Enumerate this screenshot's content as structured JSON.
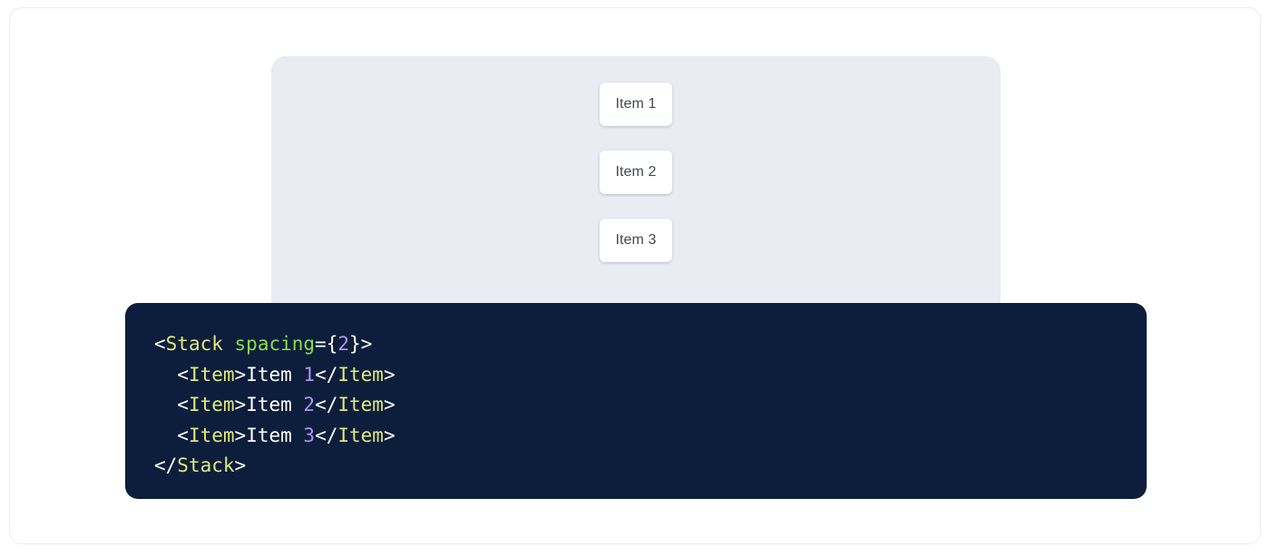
{
  "preview": {
    "panel_background": "#e9ecf2",
    "stack": {
      "spacing_label": "spacing={2}",
      "items": [
        {
          "label": "Item 1"
        },
        {
          "label": "Item 2"
        },
        {
          "label": "Item 3"
        }
      ]
    }
  },
  "code": {
    "language": "jsx",
    "background": "#0c1e3c",
    "colors": {
      "tag": "#e2e77c",
      "attribute": "#8ade4c",
      "number": "#b392f0",
      "punctuation": "#ffffff",
      "text": "#ffffff"
    },
    "lines": [
      {
        "indent": "",
        "tokens": [
          {
            "t": "punct",
            "v": "<"
          },
          {
            "t": "tag",
            "v": "Stack"
          },
          {
            "t": "text",
            "v": " "
          },
          {
            "t": "attr",
            "v": "spacing"
          },
          {
            "t": "punct",
            "v": "={"
          },
          {
            "t": "num",
            "v": "2"
          },
          {
            "t": "punct",
            "v": "}>"
          }
        ]
      },
      {
        "indent": "  ",
        "tokens": [
          {
            "t": "punct",
            "v": "<"
          },
          {
            "t": "tag",
            "v": "Item"
          },
          {
            "t": "punct",
            "v": ">"
          },
          {
            "t": "text",
            "v": "Item "
          },
          {
            "t": "num",
            "v": "1"
          },
          {
            "t": "punct",
            "v": "</"
          },
          {
            "t": "tag",
            "v": "Item"
          },
          {
            "t": "punct",
            "v": ">"
          }
        ]
      },
      {
        "indent": "  ",
        "tokens": [
          {
            "t": "punct",
            "v": "<"
          },
          {
            "t": "tag",
            "v": "Item"
          },
          {
            "t": "punct",
            "v": ">"
          },
          {
            "t": "text",
            "v": "Item "
          },
          {
            "t": "num",
            "v": "2"
          },
          {
            "t": "punct",
            "v": "</"
          },
          {
            "t": "tag",
            "v": "Item"
          },
          {
            "t": "punct",
            "v": ">"
          }
        ]
      },
      {
        "indent": "  ",
        "tokens": [
          {
            "t": "punct",
            "v": "<"
          },
          {
            "t": "tag",
            "v": "Item"
          },
          {
            "t": "punct",
            "v": ">"
          },
          {
            "t": "text",
            "v": "Item "
          },
          {
            "t": "num",
            "v": "3"
          },
          {
            "t": "punct",
            "v": "</"
          },
          {
            "t": "tag",
            "v": "Item"
          },
          {
            "t": "punct",
            "v": ">"
          }
        ]
      },
      {
        "indent": "",
        "tokens": [
          {
            "t": "punct",
            "v": "</"
          },
          {
            "t": "tag",
            "v": "Stack"
          },
          {
            "t": "punct",
            "v": ">"
          }
        ]
      }
    ]
  }
}
